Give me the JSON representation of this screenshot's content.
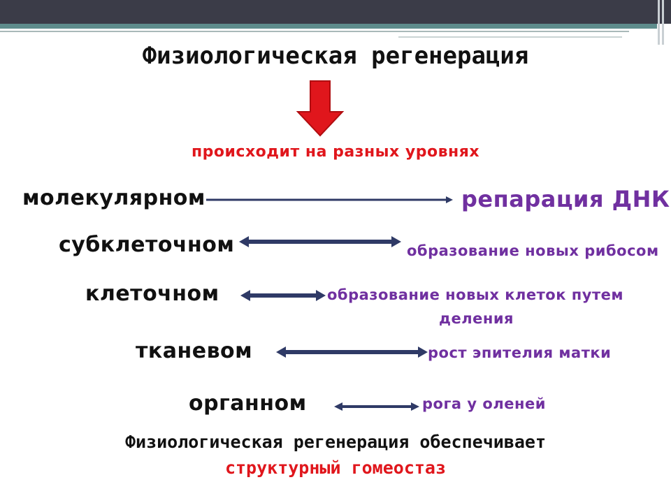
{
  "title": "Физиологическая регенерация",
  "subtitle": "происходит на разных уровнях",
  "levels": [
    {
      "level": "молекулярном",
      "result": "репарация ДНК"
    },
    {
      "level": "субклеточном",
      "result": "образование новых рибосом"
    },
    {
      "level": "клеточном",
      "result_line1": "образование новых клеток путем",
      "result_line2": "деления"
    },
    {
      "level": "тканевом",
      "result": "рост эпителия матки"
    },
    {
      "level": "органном",
      "result": "рога у оленей"
    }
  ],
  "footer": {
    "line1": "Физиологическая регенерация обеспечивает",
    "line2": "структурный гомеостаз"
  },
  "colors": {
    "accent_red": "#e0161c",
    "result_purple": "#7030a0",
    "arrow_navy": "#2f3a66",
    "header_dark": "#3b3c48",
    "header_teal": "#5e8c8c"
  },
  "icons": {
    "down_arrow": "red-down-arrow-icon"
  }
}
